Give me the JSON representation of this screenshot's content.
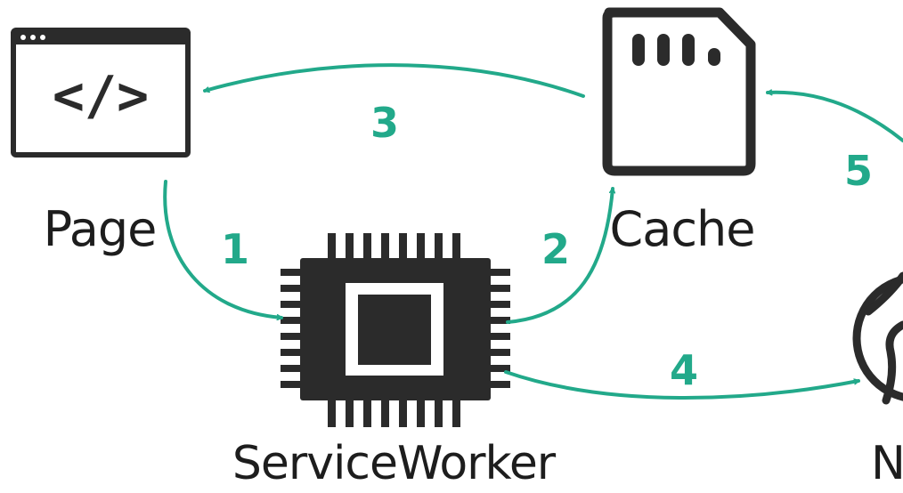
{
  "nodes": {
    "page": {
      "label": "Page",
      "icon": "code-window-icon"
    },
    "cache": {
      "label": "Cache",
      "icon": "sd-card-icon"
    },
    "service_worker": {
      "label": "ServiceWorker",
      "icon": "chip-icon"
    },
    "network": {
      "label": "Ne",
      "icon": "globe-icon"
    }
  },
  "code_glyph": "</>",
  "arrows": {
    "page_to_sw": "1",
    "sw_to_cache": "2",
    "cache_to_page": "3",
    "sw_to_network": "4",
    "network_to_cache": "5"
  },
  "colors": {
    "accent": "#22a98a",
    "ink": "#2b2b2b"
  }
}
